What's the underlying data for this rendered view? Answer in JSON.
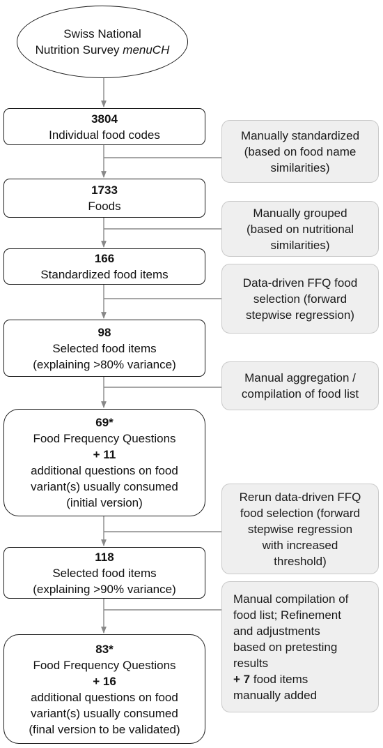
{
  "start": {
    "line1": "Swiss National",
    "line2_prefix": "Nutrition Survey",
    "line2_italic": "menuCH"
  },
  "steps": [
    {
      "number": "3804",
      "lines": [
        "Individual food codes"
      ]
    },
    {
      "number": "1733",
      "lines": [
        "Foods"
      ]
    },
    {
      "number": "166",
      "lines": [
        "Standardized food items"
      ]
    },
    {
      "number": "98",
      "lines": [
        "Selected food items",
        "(explaining >80% variance)"
      ]
    },
    {
      "number": "69*",
      "line1": "Food Frequency Questions",
      "plus_prefix": "+",
      "plus_number": "11",
      "lines": [
        "additional questions on food",
        "variant(s) usually consumed",
        "(initial version)"
      ]
    },
    {
      "number": "118",
      "lines": [
        "Selected food items",
        "(explaining >90% variance)"
      ]
    },
    {
      "number": "83*",
      "line1": "Food Frequency Questions",
      "plus_prefix": "+",
      "plus_number": "16",
      "lines": [
        "additional questions on food",
        "variant(s) usually consumed",
        "(final version to be validated)"
      ]
    }
  ],
  "notes": [
    {
      "lines": [
        "Manually standardized",
        "(based on food name",
        "similarities)"
      ]
    },
    {
      "lines": [
        "Manually grouped",
        "(based on nutritional",
        "similarities)"
      ]
    },
    {
      "lines": [
        "Data-driven FFQ food",
        "selection (forward",
        "stepwise regression)"
      ]
    },
    {
      "lines": [
        "Manual aggregation /",
        "compilation of food list"
      ]
    },
    {
      "lines": [
        "Rerun data-driven FFQ",
        "food selection (forward",
        "stepwise regression",
        "with increased",
        "threshold)"
      ]
    },
    {
      "lines": [
        "Manual compilation of",
        "food list; Refinement",
        "and adjustments",
        "based on pretesting",
        "results"
      ],
      "plus_prefix": "+",
      "plus_number": "7",
      "plus_suffix": "food items",
      "last_line": "manually added"
    }
  ]
}
